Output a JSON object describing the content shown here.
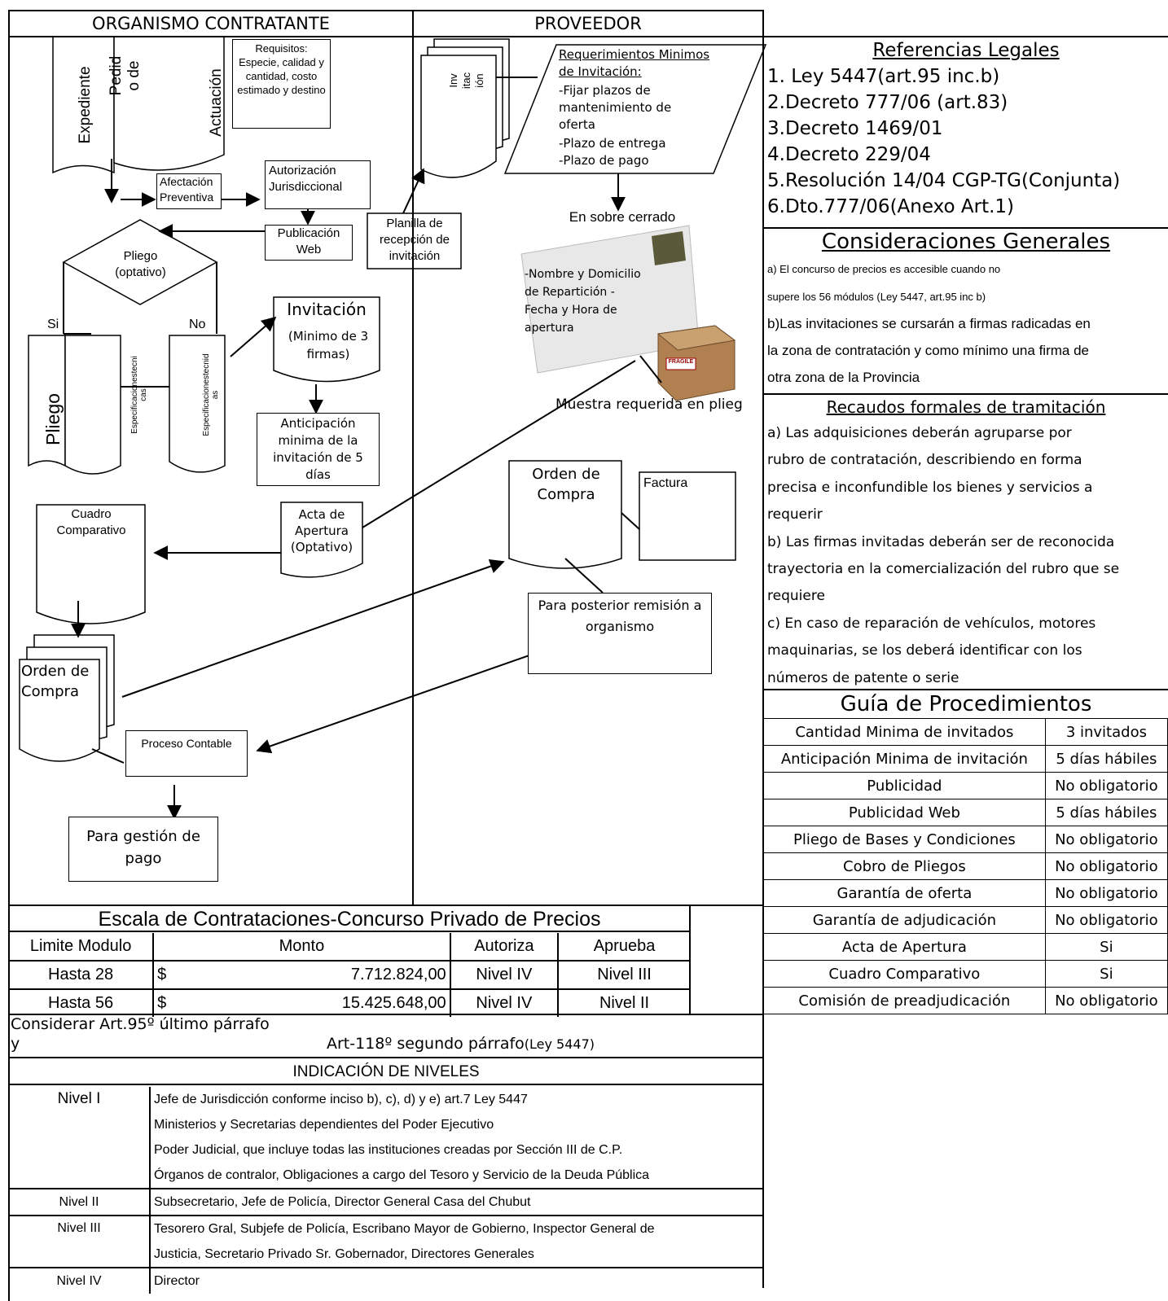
{
  "headers": {
    "org": "ORGANISMO CONTRATANTE",
    "prov": "PROVEEDOR"
  },
  "flow": {
    "expediente": "Expediente",
    "pedido_a": "Pedid",
    "pedido_b": "o de",
    "actuacion": "Actuación",
    "requisitos": "Requisitos: Especie, calidad y cantidad, costo estimado y destino",
    "afectacion": "Afectación Preventiva",
    "autorizacion": "Autorización Jurisdiccional",
    "publicacion_web": "Publicación Web",
    "pliego_optativo": "Pliego (optativo)",
    "si": "Si",
    "no": "No",
    "pliego": "Pliego",
    "especificaciones_a": "Especificacionestecni cas",
    "especificaciones_b": "Especificacionestecnid as",
    "invitacion": "Invitación",
    "invitacion_sub": "(Minimo de 3 firmas)",
    "anticipacion": "Anticipación minima de la invitación de 5 días",
    "planilla": "Planilla de recepción de invitación",
    "cuadro_comparativo": "Cuadro Comparativo",
    "acta_apertura": "Acta de Apertura (Optativo)",
    "orden_compra_org": "Orden de Compra",
    "proceso_contable": "Proceso Contable",
    "gestion_pago": "Para gestión de pago",
    "invitacion_prov_a": "Inv",
    "invitacion_prov_b": "itac",
    "invitacion_prov_c": "ión",
    "req_title": "Requerimientos Minimos de Invitación:",
    "req_items": [
      "-Fijar plazos de mantenimiento de oferta",
      "-Plazo de entrega",
      "-Plazo de pago"
    ],
    "sobre_cerrado": "En sobre cerrado",
    "sobre_datos": "-Nombre y Domicilio de Repartición -Fecha y Hora de apertura",
    "paquete_label": "FRAGILE",
    "muestra": "Muestra requerida en plieg",
    "orden_compra_prov": "Orden de Compra",
    "factura": "Factura",
    "posterior": "Para posterior remisión a organismo"
  },
  "referencias": {
    "title": "Referencias Legales",
    "items": [
      "1. Ley 5447(art.95 inc.b)",
      "2.Decreto 777/06 (art.83)",
      "3.Decreto 1469/01",
      "4.Decreto 229/04",
      "5.Resolución 14/04 CGP-TG(Conjunta)",
      "6.Dto.777/06(Anexo Art.1)"
    ]
  },
  "consideraciones": {
    "title": "Consideraciones Generales",
    "lines": [
      "a) El concurso de precios es accesible cuando no",
      "supere los 56 módulos (Ley 5447, art.95 inc b)",
      "b)Las invitaciones se cursarán a firmas radicadas en",
      "la zona de contratación y como mínimo una firma de",
      "otra zona de la Provincia"
    ]
  },
  "recaudos": {
    "title": "Recaudos formales de tramitación",
    "lines": [
      "a) Las adquisiciones deberán agruparse por",
      "rubro de contratación, describiendo en forma",
      "precisa e inconfundible los bienes y servicios a",
      "requerir",
      "b) Las firmas invitadas deberán ser de reconocida",
      "trayectoria en la comercialización del rubro que se",
      "requiere",
      "c) En caso de reparación de vehículos, motores",
      "maquinarias, se los deberá identificar con los",
      "números de patente o serie"
    ]
  },
  "guia": {
    "title": "Guía de Procedimientos",
    "rows": [
      [
        "Cantidad Minima de invitados",
        "3 invitados"
      ],
      [
        "Anticipación Minima de invitación",
        "5 días hábiles"
      ],
      [
        "Publicidad",
        "No obligatorio"
      ],
      [
        "Publicidad Web",
        "5 días hábiles"
      ],
      [
        "Pliego de Bases y Condiciones",
        "No obligatorio"
      ],
      [
        "Cobro de Pliegos",
        "No obligatorio"
      ],
      [
        "Garantía de oferta",
        "No obligatorio"
      ],
      [
        "Garantía de adjudicación",
        "No obligatorio"
      ],
      [
        "Acta de Apertura",
        "Si"
      ],
      [
        "Cuadro Comparativo",
        "Si"
      ],
      [
        "Comisión de preadjudicación",
        "No obligatorio"
      ]
    ]
  },
  "escala": {
    "title": "Escala de Contrataciones-Concurso Privado de Precios",
    "headers": [
      "Limite Modulo",
      "Monto",
      "Autoriza",
      "Aprueba"
    ],
    "rows": [
      [
        "Hasta 28",
        "$",
        "7.712.824,00",
        "Nivel IV",
        "Nivel III"
      ],
      [
        "Hasta 56",
        "$",
        "15.425.648,00",
        "Nivel IV",
        "Nivel II"
      ]
    ]
  },
  "considerar": {
    "line1": "Considerar Art.95º último párrafo",
    "line2_y": "y",
    "line2_art": "Art-118º segundo párrafo",
    "line2_ley": "(Ley 5447)"
  },
  "niveles": {
    "title": "INDICACIÓN DE NIVELES",
    "rows": [
      {
        "nivel": "Nivel I",
        "lines": [
          "Jefe de Jurisdicción conforme inciso b), c), d) y e) art.7 Ley 5447",
          "Ministerios y Secretarias dependientes del Poder Ejecutivo",
          "Poder Judicial, que incluye todas las instituciones creadas por Sección III de C.P.",
          "Órganos de contralor, Obligaciones a cargo del Tesoro y Servicio de la Deuda Pública"
        ]
      },
      {
        "nivel": "Nivel II",
        "lines": [
          "Subsecretario, Jefe de Policía, Director General Casa del Chubut"
        ]
      },
      {
        "nivel": "Nivel III",
        "lines": [
          "Tesorero Gral, Subjefe de Policía, Escribano Mayor de Gobierno, Inspector General de",
          "Justicia, Secretario Privado Sr. Gobernador, Directores Generales"
        ]
      },
      {
        "nivel": "Nivel IV",
        "lines": [
          "Director"
        ]
      }
    ]
  }
}
